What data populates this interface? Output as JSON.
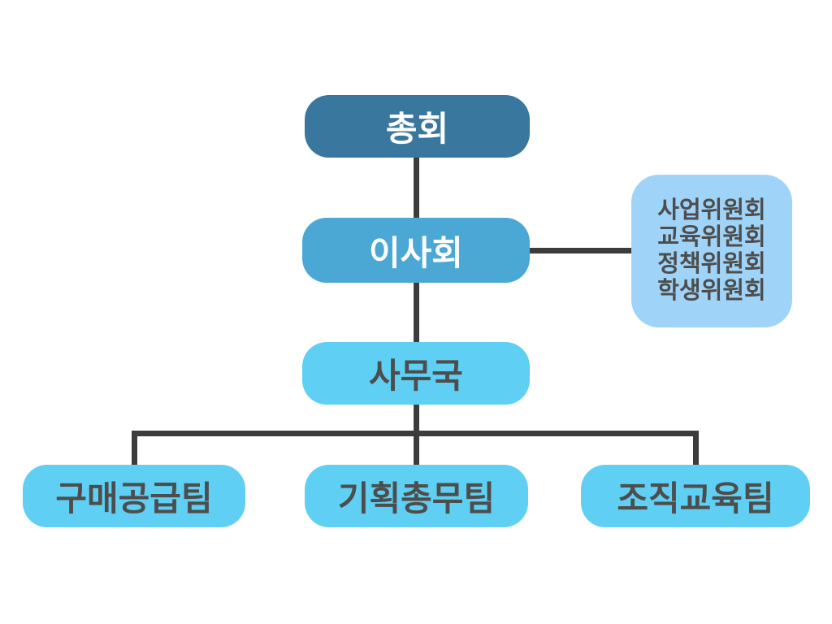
{
  "chart": {
    "type": "org-chart",
    "nodes": {
      "assembly": {
        "label": "총회"
      },
      "board": {
        "label": "이사회"
      },
      "secretariat": {
        "label": "사무국"
      },
      "committees": {
        "lines": [
          "사업위원회",
          "교육위원회",
          "정책위원회",
          "학생위원회"
        ]
      },
      "teams": [
        {
          "label": "구매공급팀"
        },
        {
          "label": "기획총무팀"
        },
        {
          "label": "조직교육팀"
        }
      ]
    },
    "colors": {
      "assembly_bg": "#39779F",
      "board_bg": "#4BA8D5",
      "secretariat_bg": "#5FD0F3",
      "committees_bg": "#9FD3F7",
      "teams_bg": "#5FD0F3",
      "connector": "#3C3C3C",
      "text_on_dark": "#FFFFFF",
      "text_on_light": "#4D4D4D"
    }
  }
}
